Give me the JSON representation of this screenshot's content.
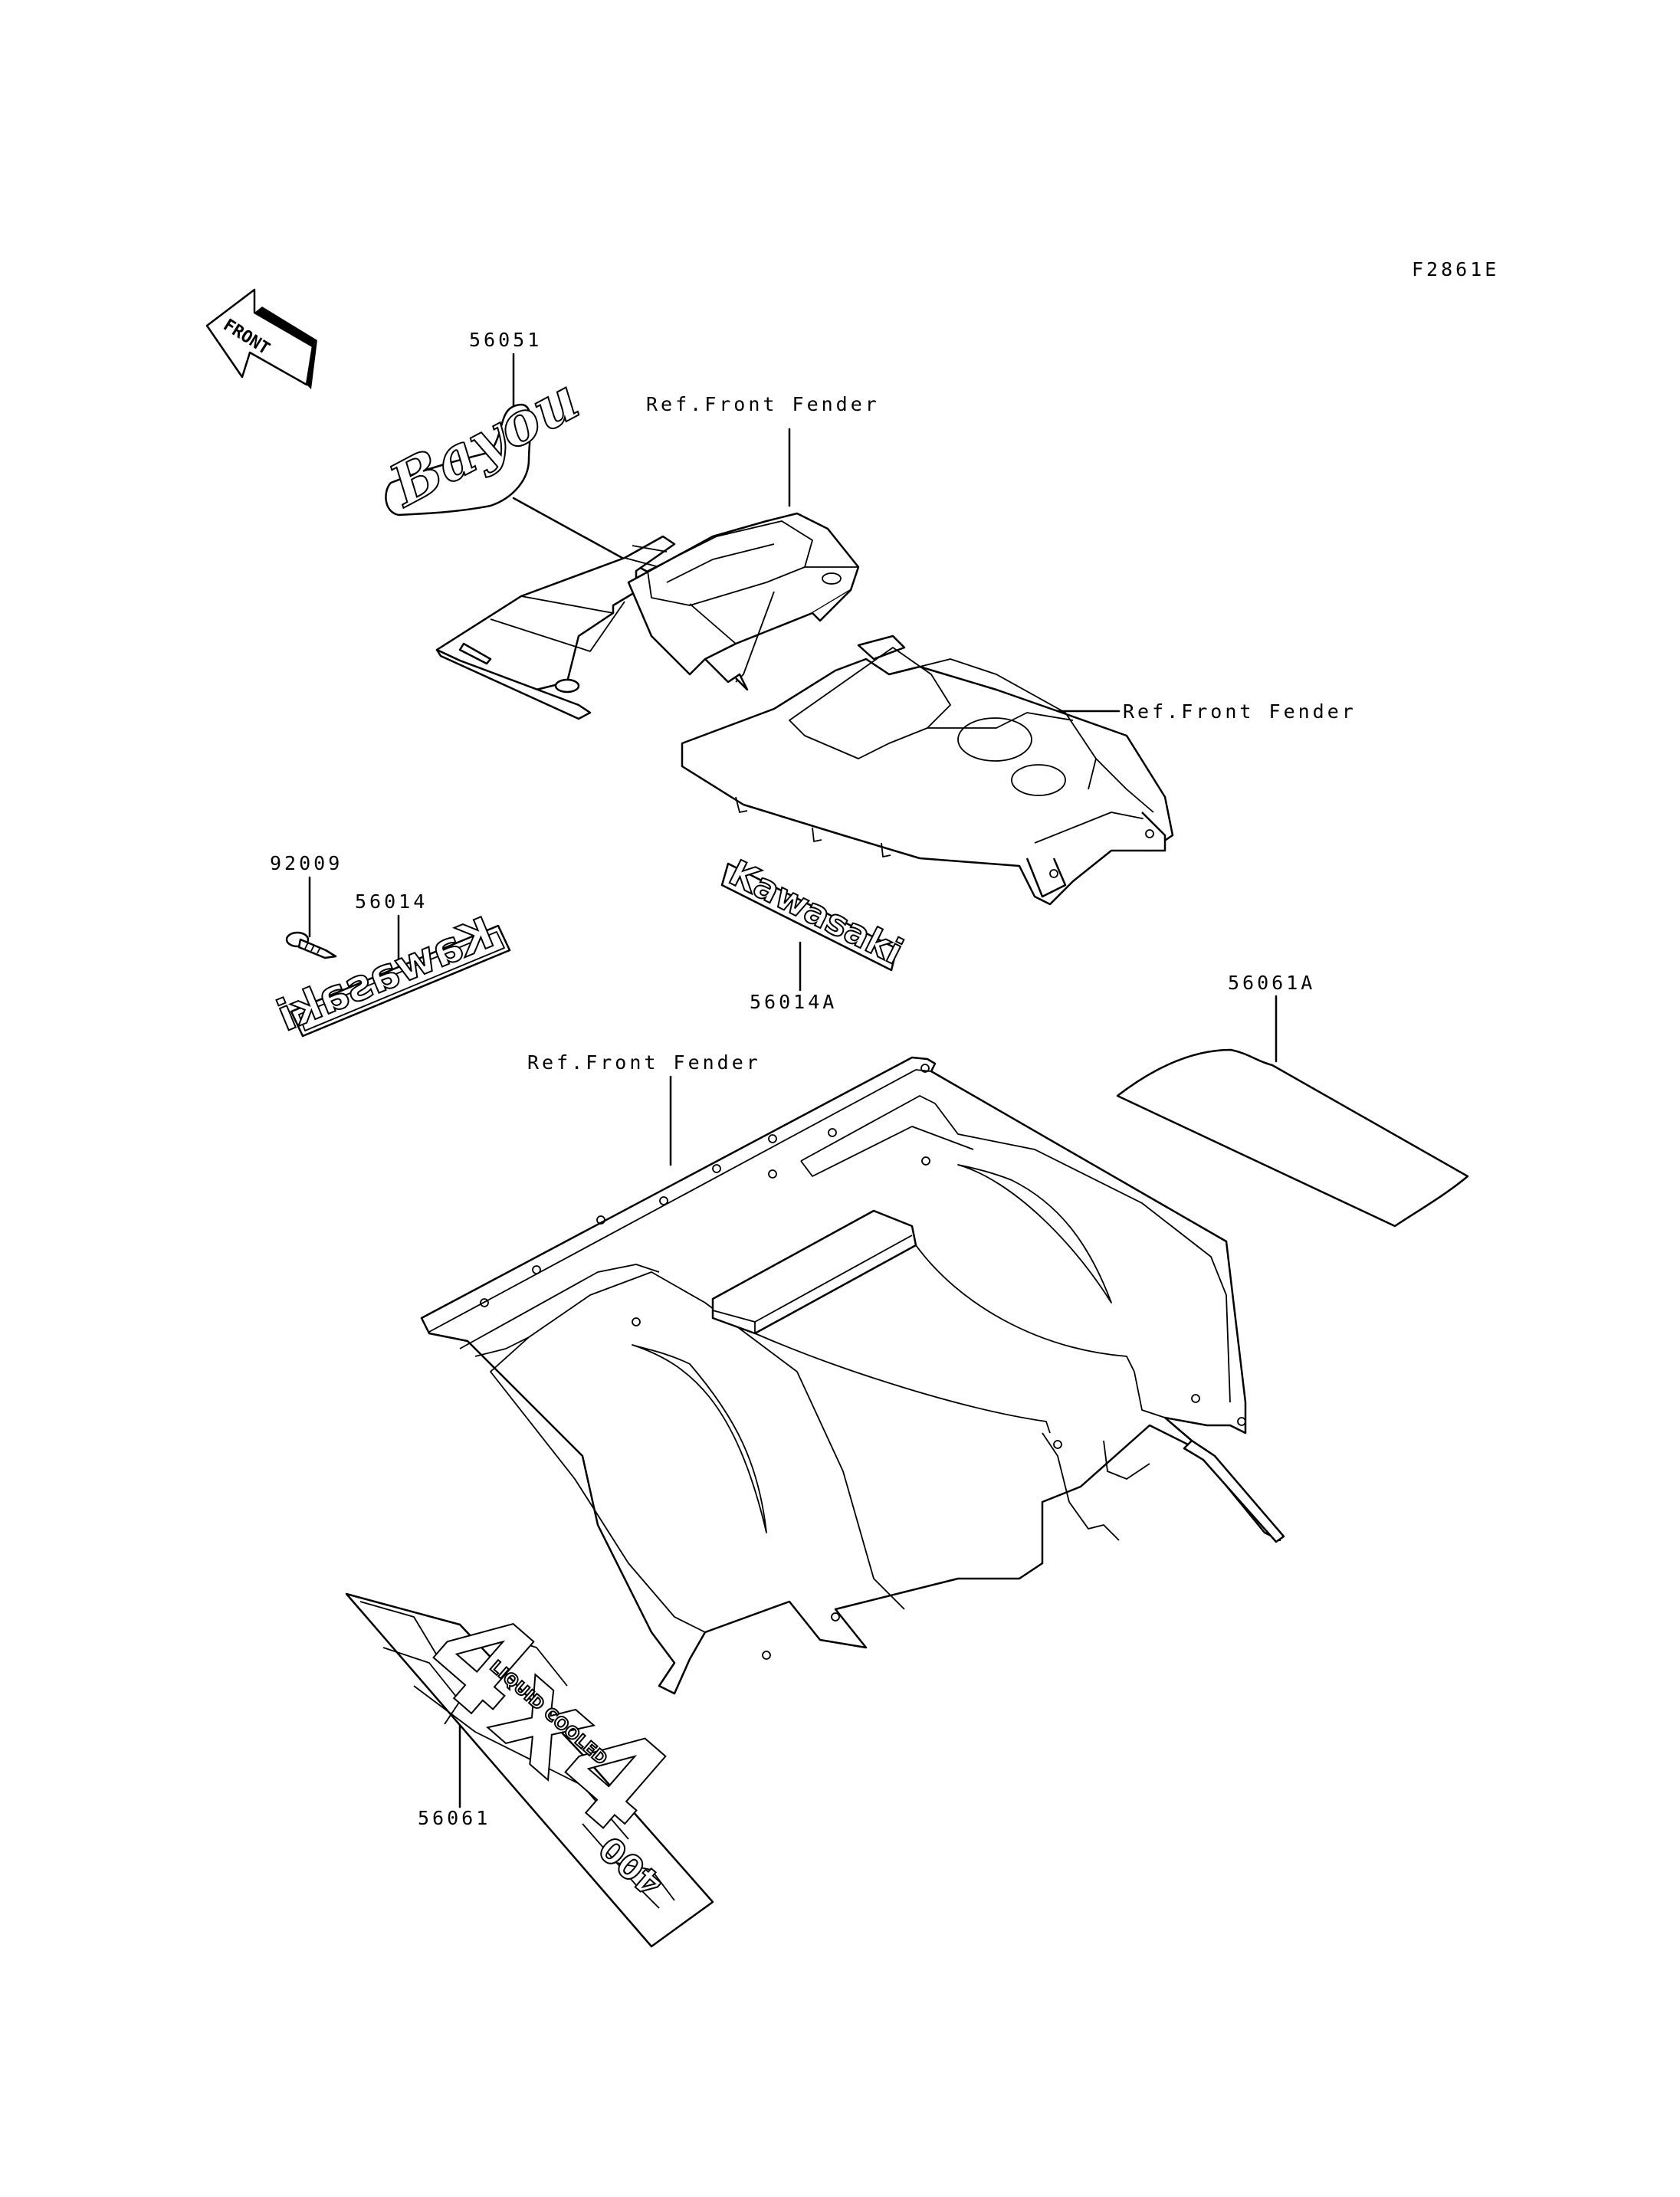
{
  "figure_code": "F2861E",
  "direction_label": "FRONT",
  "callouts": {
    "p56051": "56051",
    "p92009": "92009",
    "p56014": "56014",
    "p56014A": "56014A",
    "p56061A": "56061A",
    "p56061": "56061",
    "ref_top": "Ref.Front Fender",
    "ref_mid": "Ref.Front Fender",
    "ref_lower": "Ref.Front Fender"
  },
  "decal_text": {
    "bayou_script": "Bayou",
    "kawasaki_small": "Kawasaki",
    "kawasaki_mirror": "Kawasaki",
    "fourxfour": "4x4",
    "liquid_cooled": "LIQUID COOLED",
    "model_number": "400"
  }
}
